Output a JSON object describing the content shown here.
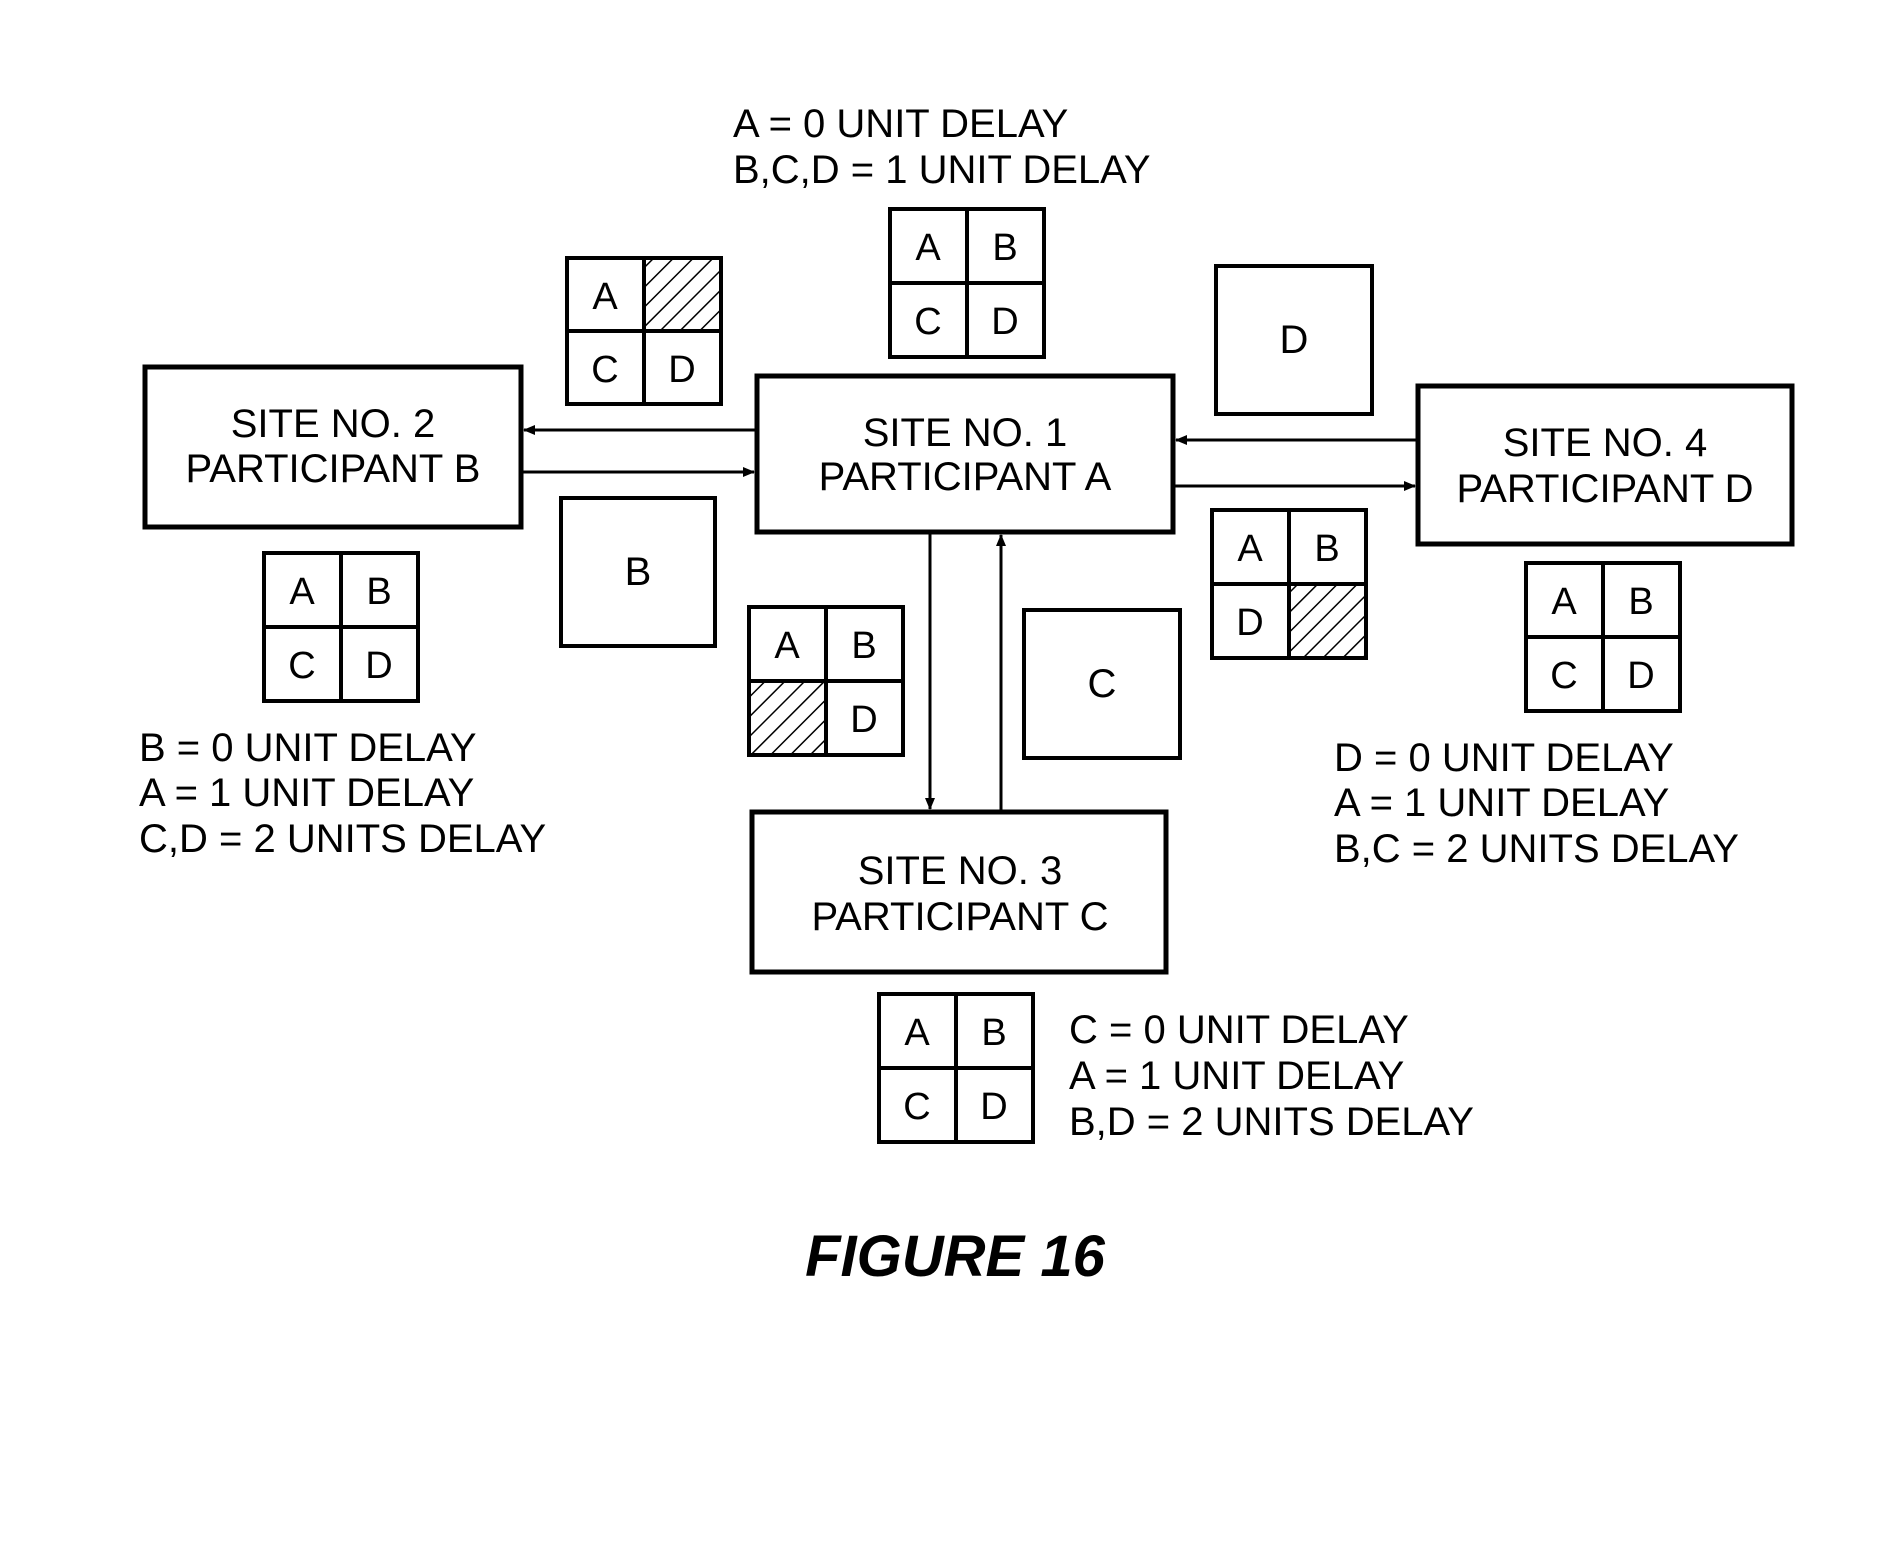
{
  "sites": {
    "site1": {
      "line1": "SITE NO. 1",
      "line2": "PARTICIPANT A"
    },
    "site2": {
      "line1": "SITE NO. 2",
      "line2": "PARTICIPANT B"
    },
    "site3": {
      "line1": "SITE NO. 3",
      "line2": "PARTICIPANT C"
    },
    "site4": {
      "line1": "SITE NO. 4",
      "line2": "PARTICIPANT D"
    }
  },
  "delays": {
    "site1": [
      "A = 0 UNIT DELAY",
      "B,C,D = 1 UNIT DELAY"
    ],
    "site2": [
      "B = 0 UNIT DELAY",
      "A = 1 UNIT DELAY",
      "C,D = 2 UNITS DELAY"
    ],
    "site3": [
      "C = 0 UNIT DELAY",
      "A = 1 UNIT DELAY",
      "B,D = 2 UNITS DELAY"
    ],
    "site4": [
      "D = 0 UNIT DELAY",
      "A = 1 UNIT DELAY",
      "B,C = 2 UNITS DELAY"
    ]
  },
  "grids": {
    "site1": [
      "A",
      "B",
      "C",
      "D"
    ],
    "site2": [
      "A",
      "B",
      "C",
      "D"
    ],
    "site3": [
      "A",
      "B",
      "C",
      "D"
    ],
    "site4": [
      "A",
      "B",
      "C",
      "D"
    ],
    "to_site2": [
      "A",
      "",
      "C",
      "D"
    ],
    "to_site3": [
      "A",
      "B",
      "",
      "D"
    ],
    "to_site4": [
      "A",
      "B",
      "D",
      ""
    ]
  },
  "single_frames": {
    "from_site2": "B",
    "from_site3": "C",
    "from_site4": "D"
  },
  "caption": "FIGURE 16"
}
